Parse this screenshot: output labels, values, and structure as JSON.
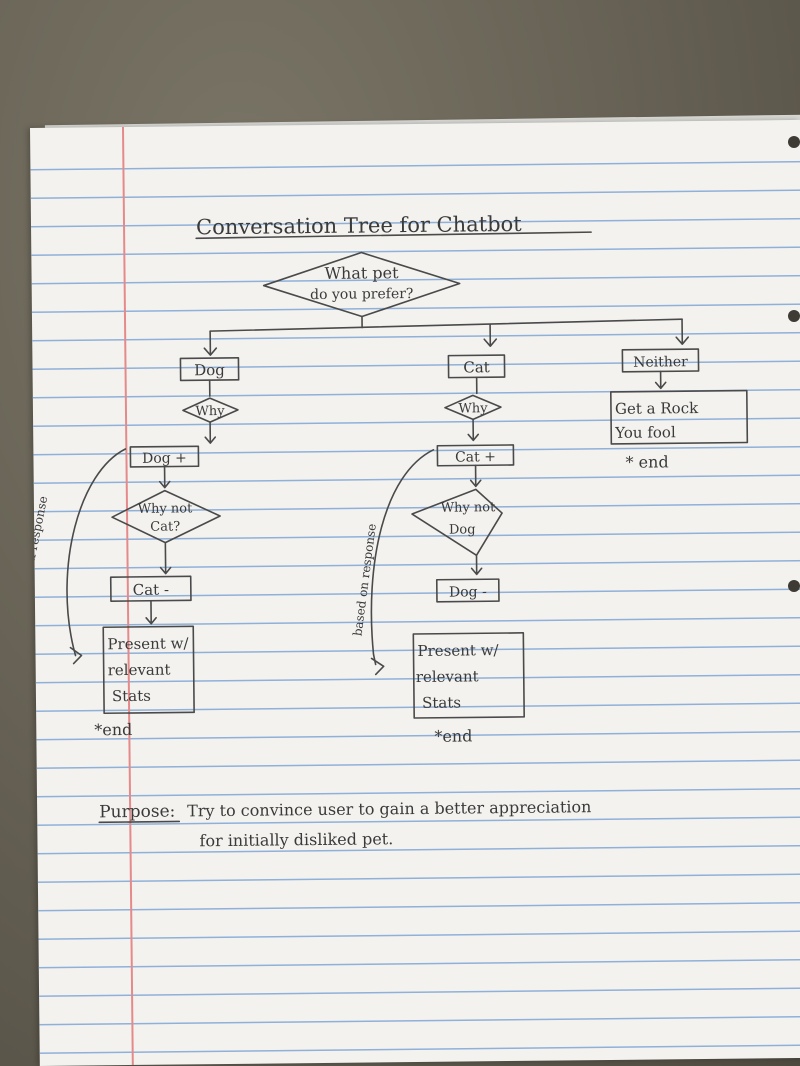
{
  "title": "Conversation Tree for Chatbot",
  "root_question": [
    "What pet",
    "do you prefer?"
  ],
  "branches": {
    "dog": {
      "choice": "Dog",
      "why": "Why",
      "plus": "Dog +",
      "why_not": [
        "Why not",
        "Cat?"
      ],
      "minus": "Cat -",
      "result": [
        "Present w/",
        "relevant",
        "Stats"
      ],
      "end": "*end",
      "side_note": "based on response"
    },
    "cat": {
      "choice": "Cat",
      "why": "Why",
      "plus": "Cat +",
      "why_not": [
        "Why not",
        "Dog"
      ],
      "minus": "Dog -",
      "result": [
        "Present w/",
        "relevant",
        "Stats"
      ],
      "end": "*end",
      "side_note": "based on response"
    },
    "neither": {
      "choice": "Neither",
      "result": [
        "Get a Rock",
        "You fool"
      ],
      "end": "* end"
    }
  },
  "purpose": {
    "label": "Purpose:",
    "text_line1": "Try to convince user to gain a better appreciation",
    "text_line2": "for initially disliked pet."
  },
  "colors": {
    "paper": "#f3f2ef",
    "rule_lines": "#8fb0d8",
    "margin_line": "#e58a8a",
    "ink": "#4a4a4a",
    "sticker": "#8fd19a"
  }
}
